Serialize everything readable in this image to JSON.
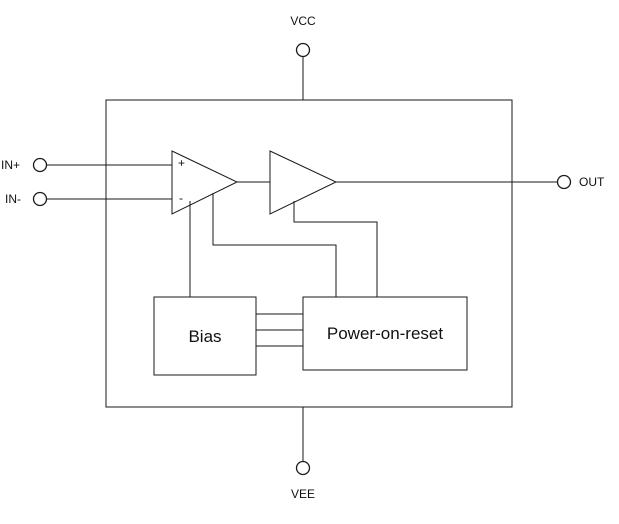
{
  "pins": {
    "vcc": "VCC",
    "vee": "VEE",
    "in_plus": "IN+",
    "in_minus": "IN-",
    "out": "OUT"
  },
  "amplifier": {
    "plus_sign": "+",
    "minus_sign": "-"
  },
  "blocks": {
    "bias": "Bias",
    "power_on_reset": "Power-on-reset"
  },
  "colors": {
    "stroke": "#1a1a1a",
    "background": "#ffffff"
  }
}
